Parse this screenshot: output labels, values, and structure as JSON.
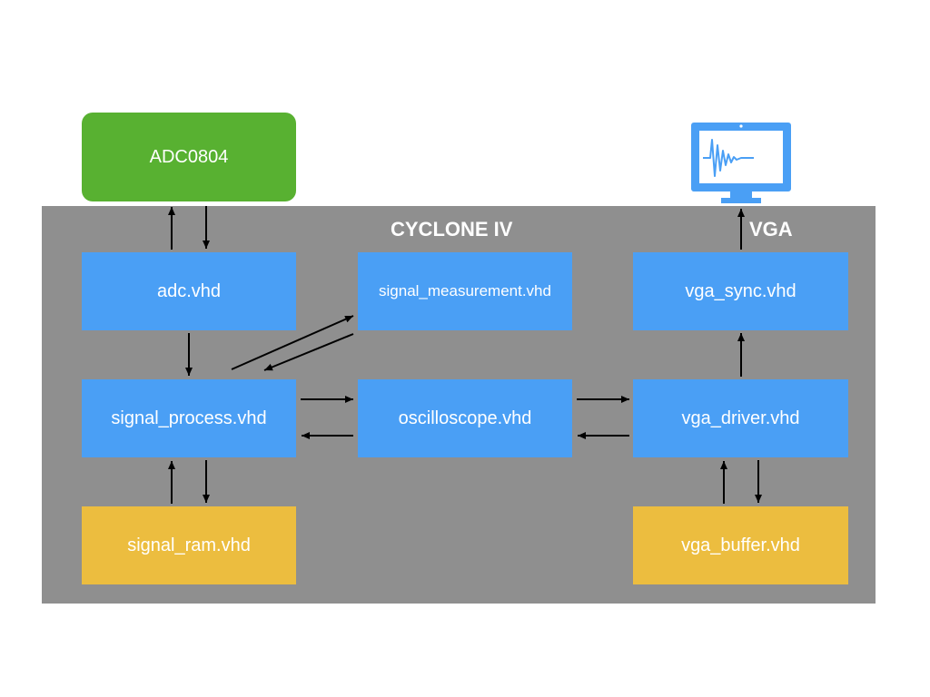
{
  "fpga": {
    "title": "CYCLONE IV"
  },
  "vga_label": "VGA",
  "external": {
    "adc_chip": "ADC0804",
    "monitor_icon": "monitor-waveform-icon"
  },
  "modules": {
    "adc": "adc.vhd",
    "signal_measurement": "signal_measurement.vhd",
    "vga_sync": "vga_sync.vhd",
    "signal_process": "signal_process.vhd",
    "oscilloscope": "oscilloscope.vhd",
    "vga_driver": "vga_driver.vhd",
    "signal_ram": "signal_ram.vhd",
    "vga_buffer": "vga_buffer.vhd"
  },
  "colors": {
    "fpga_background": "#8f8f8f",
    "module_blue": "#4a9ff5",
    "memory_yellow": "#ecbd3f",
    "external_green": "#58b131",
    "arrow": "#000000",
    "monitor": "#4a9ff5"
  }
}
